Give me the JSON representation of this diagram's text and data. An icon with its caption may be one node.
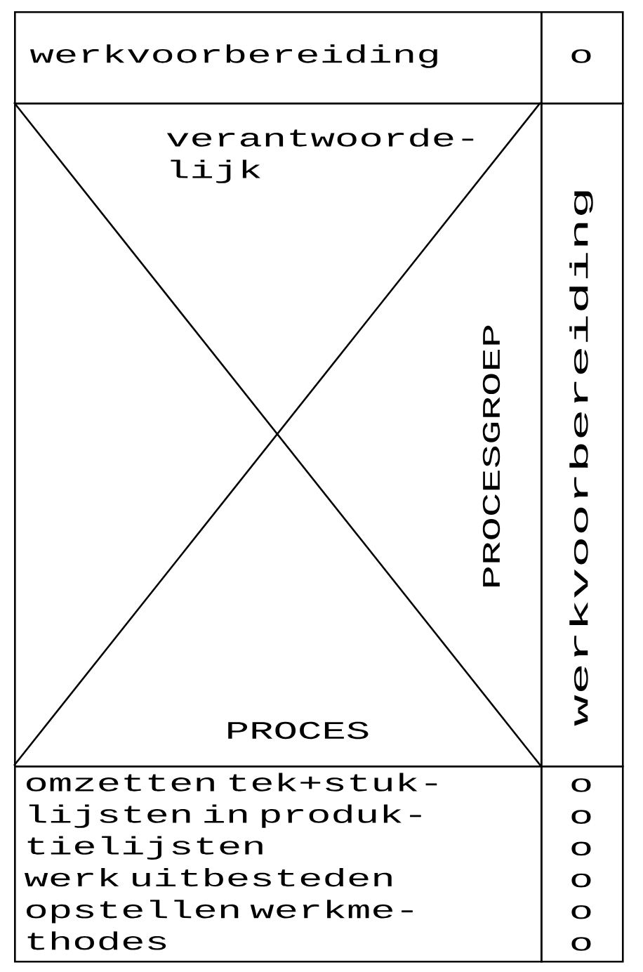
{
  "diagram": {
    "nodes": [
      {
        "text": [
          "werkvoorbereiding"
        ]
      },
      {
        "text": [
          "o"
        ]
      },
      {
        "text": [
          "verantwoorde- lijk",
          "PROCESGROEP",
          "PROCES"
        ]
      },
      {
        "text": [
          "werkvoorbereiding"
        ]
      },
      {
        "text": [
          "omzetten tek+stuk- lijsten in produk- tielijsten",
          "werk uitbesteden",
          "opstellen werkme- thodes"
        ]
      },
      {
        "text": [
          "o",
          "o",
          "o",
          "o",
          "o",
          "o"
        ]
      }
    ]
  }
}
